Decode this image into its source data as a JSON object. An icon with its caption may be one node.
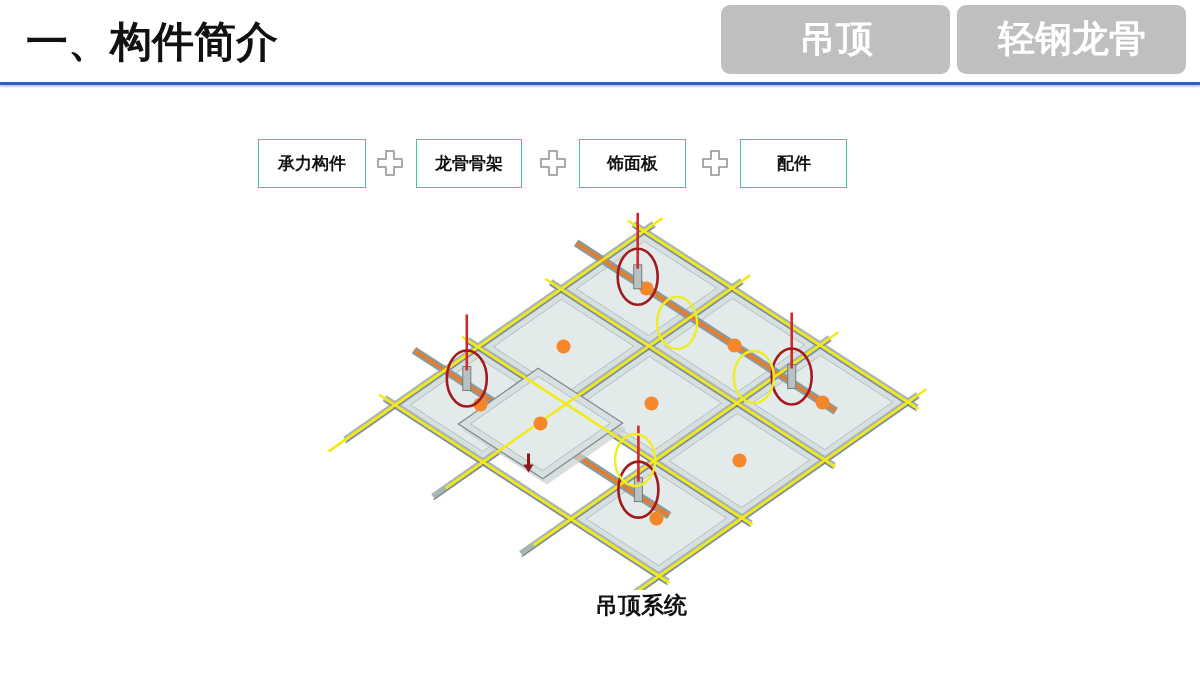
{
  "diagram": {
    "title": "一、构件简介",
    "caption": "吊顶系统",
    "nodes": [
      {
        "text": [
          "吊顶"
        ]
      },
      {
        "text": [
          "轻钢龙骨"
        ]
      },
      {
        "text": [
          "承力构件"
        ]
      },
      {
        "text": [
          "龙骨骨架"
        ]
      },
      {
        "text": [
          "饰面板"
        ]
      },
      {
        "text": [
          "配件"
        ]
      }
    ]
  }
}
